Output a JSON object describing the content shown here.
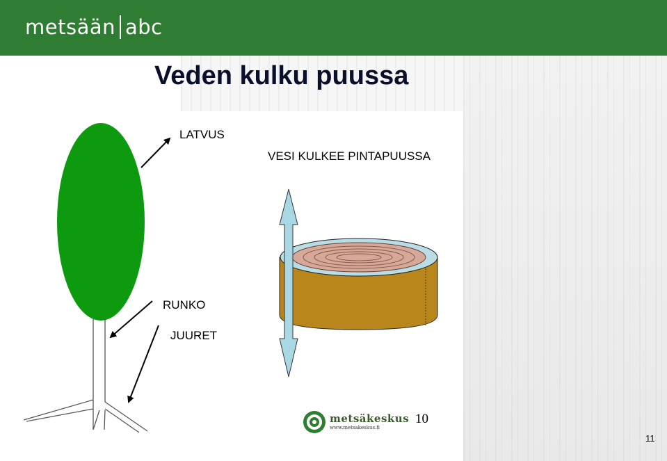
{
  "header": {
    "logo_left": "metsään",
    "logo_right": "abc",
    "colors": {
      "background": "#2f7d32",
      "text": "#ffffff"
    }
  },
  "slide": {
    "title": "Veden kulku puussa",
    "slide_number": "11"
  },
  "diagram": {
    "labels": {
      "crown": "LATVUS",
      "trunk": "RUNKO",
      "roots": "JUURET",
      "water_caption": "VESI KULKEE PINTAPUUSSA"
    },
    "colors": {
      "crown": "#0e9a0e",
      "bark": "#b8861a",
      "arrow_fill": "#a9d7e4",
      "rings": "#d6a89a"
    }
  },
  "footer": {
    "org_name": "metsäkeskus",
    "org_url": "www.metsakeskus.fi",
    "inner_page_number": "10"
  }
}
